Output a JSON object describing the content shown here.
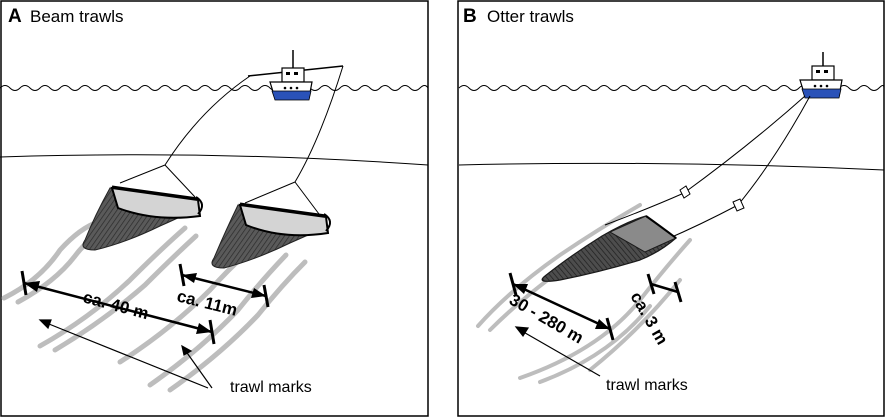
{
  "panels": [
    {
      "letter": "A",
      "title": "Beam trawls",
      "width_label": "ca. 40 m",
      "beam_label": "ca. 11m",
      "marks_label": "trawl marks"
    },
    {
      "letter": "B",
      "title": "Otter trawls",
      "width_label": "30 - 280 m",
      "door_label": "ca. 3 m",
      "marks_label": "trawl marks"
    }
  ],
  "colors": {
    "ship_hull": "#2a52b8",
    "trawl_marks": "#bdbdbd",
    "net": "#5a5a5a",
    "net_dark": "#2e2e2e",
    "line": "#000000"
  }
}
